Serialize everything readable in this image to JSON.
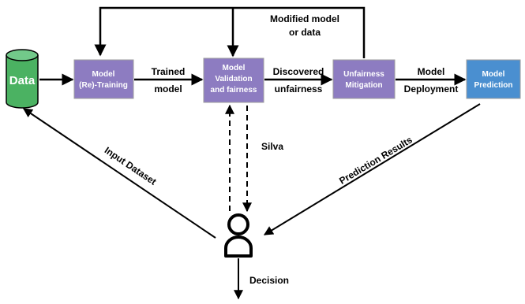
{
  "colors": {
    "data_fill": "#4bb262",
    "data_top": "#72c98a",
    "process_fill": "#8d7cc1",
    "prediction_fill": "#4a8fd0",
    "stroke": "#000000",
    "box_border": "#9e9e9e"
  },
  "nodes": {
    "data": {
      "label": "Data"
    },
    "training": {
      "line1": "Model",
      "line2": "(Re)-Training"
    },
    "validation": {
      "line1": "Model",
      "line2": "Validation",
      "line3": "and fairness"
    },
    "mitigation": {
      "line1": "Unfairness",
      "line2": "Mitigation"
    },
    "prediction": {
      "line1": "Model",
      "line2": "Prediction"
    }
  },
  "edges": {
    "trained_model": {
      "line1": "Trained",
      "line2": "model"
    },
    "discovered_unfairness": {
      "line1": "Discovered",
      "line2": "unfairness"
    },
    "model_deployment": {
      "line1": "Model",
      "line2": "Deployment"
    },
    "modified": {
      "line1": "Modified model",
      "line2": "or data"
    },
    "input_dataset": "Input Dataset",
    "prediction_results": "Prediction Results",
    "silva": "Silva",
    "decision": "Decision"
  },
  "icons": {
    "user": "person-icon"
  }
}
